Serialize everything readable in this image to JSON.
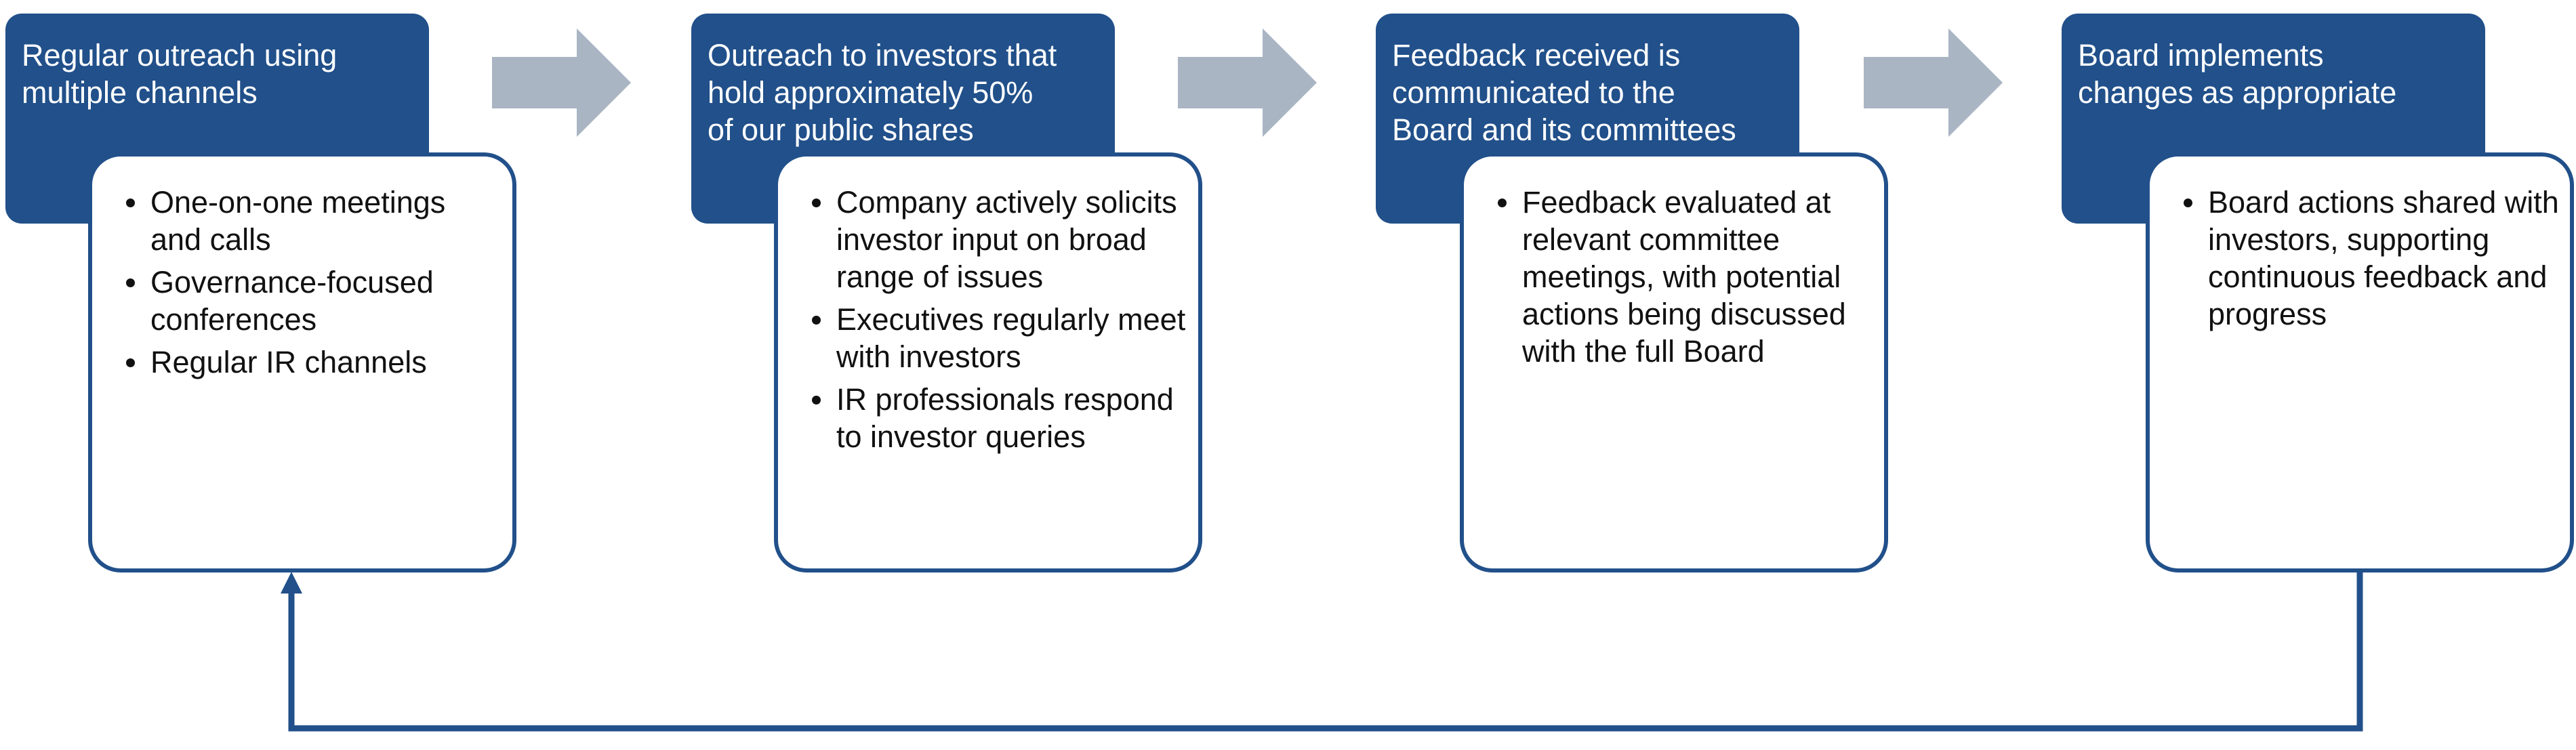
{
  "colors": {
    "header_fill": "#21508a",
    "box_border": "#21508a",
    "arrow_fill": "#a9b5c3",
    "loop_line": "#21508a"
  },
  "steps": [
    {
      "header": "Regular outreach using\nmultiple channels",
      "bullets": [
        "One-on-one meetings and calls",
        "Governance-focused conferences",
        "Regular IR channels"
      ]
    },
    {
      "header": "Outreach to investors that\nhold approximately 50%\nof our public shares",
      "bullets": [
        "Company actively solicits investor input on broad range of issues",
        "Executives regularly meet with investors",
        "IR professionals respond to investor queries"
      ]
    },
    {
      "header": "Feedback received is\ncommunicated to the\nBoard and its committees",
      "bullets": [
        "Feedback evaluated at relevant committee meetings, with potential actions being discussed with the full Board"
      ]
    },
    {
      "header": "Board implements\nchanges as appropriate",
      "bullets": [
        "Board actions shared with investors, supporting continuous feedback and progress"
      ]
    }
  ],
  "connectors": {
    "between_steps": "right-arrow-icon",
    "feedback_loop": "loop-back-arrow"
  }
}
